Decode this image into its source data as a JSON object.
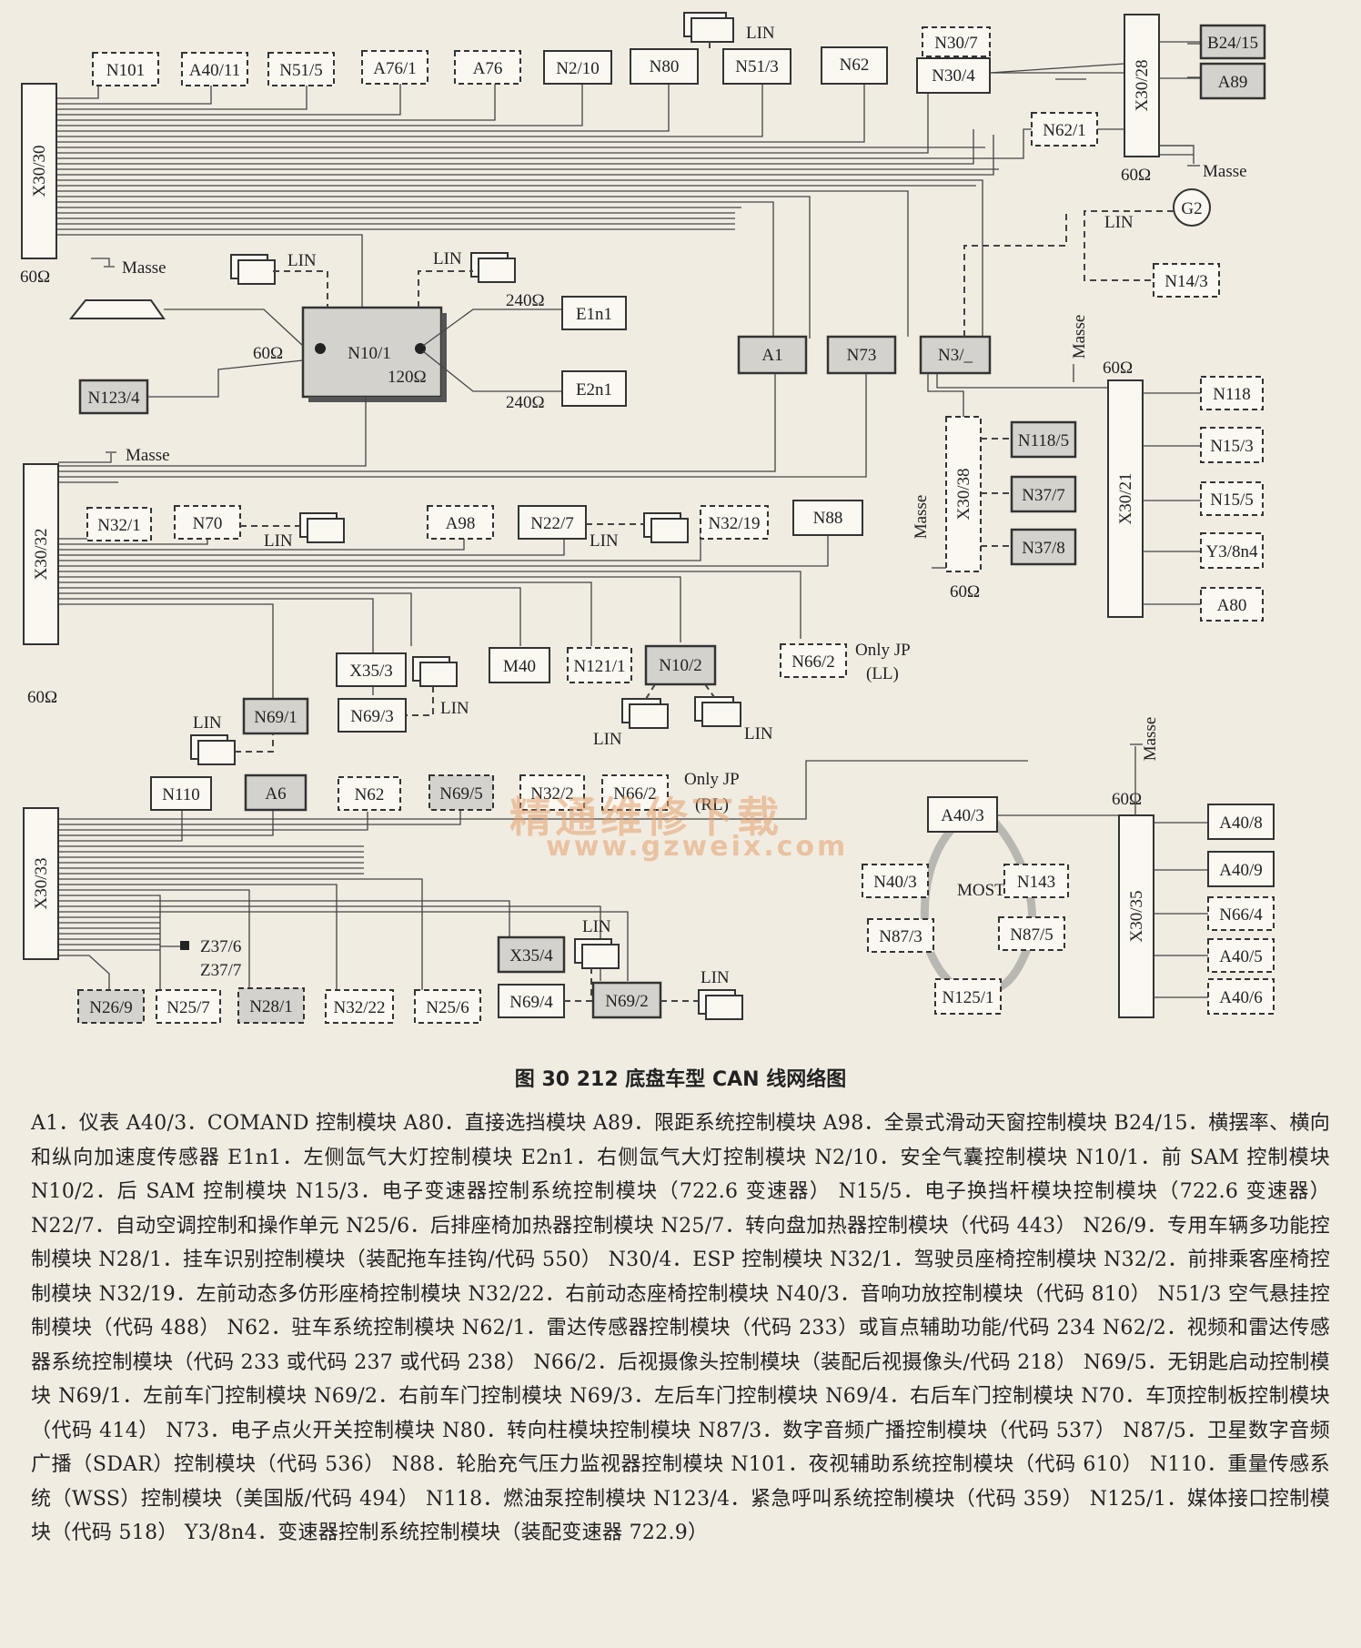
{
  "figure": {
    "caption": "图 30   212 底盘车型 CAN 线网络图",
    "watermark": "精通维修下载",
    "watermark_url": "www.gzweix.com"
  },
  "labels": {
    "lin": "LIN",
    "masse": "Masse",
    "ohm60": "60Ω",
    "ohm120": "120Ω",
    "ohm240": "240Ω",
    "most": "MOST",
    "only_jp": "Only JP",
    "ll": "(LL)",
    "rl": "(RL)"
  },
  "modules": {
    "N101": "N101",
    "A40_11": "A40/11",
    "N51_5": "N51/5",
    "A76_1": "A76/1",
    "A76": "A76",
    "N2_10": "N2/10",
    "N80": "N80",
    "N51_3": "N51/3",
    "N62a": "N62",
    "N30_7": "N30/7",
    "N30_4": "N30/4",
    "X30_28": "X30/28",
    "B24_15": "B24/15",
    "A89": "A89",
    "N62_1": "N62/1",
    "G2": "G2",
    "N14_3": "N14/3",
    "X30_30": "X30/30",
    "E1n1": "E1n1",
    "E2n1": "E2n1",
    "N10_1": "N10/1",
    "N123_4": "N123/4",
    "A1": "A1",
    "N73": "N73",
    "N3": "N3/_",
    "X30_21": "X30/21",
    "N118": "N118",
    "N15_3": "N15/3",
    "N15_5": "N15/5",
    "Y3_8n4": "Y3/8n4",
    "A80": "A80",
    "X30_38": "X30/38",
    "N118_5": "N118/5",
    "N37_7": "N37/7",
    "N37_8": "N37/8",
    "X30_32": "X30/32",
    "N32_1": "N32/1",
    "N70": "N70",
    "A98": "A98",
    "N22_7": "N22/7",
    "N32_19": "N32/19",
    "N88": "N88",
    "X35_3": "X35/3",
    "M40": "M40",
    "N121_1": "N121/1",
    "N10_2": "N10/2",
    "N66_2a": "N66/2",
    "N69_1": "N69/1",
    "N69_3": "N69/3",
    "N110": "N110",
    "A6": "A6",
    "N62b": "N62",
    "N69_5": "N69/5",
    "N32_2": "N32/2",
    "N66_2b": "N66/2",
    "A40_3": "A40/3",
    "N40_3": "N40/3",
    "N143": "N143",
    "N87_3": "N87/3",
    "N87_5": "N87/5",
    "N125_1": "N125/1",
    "X30_35": "X30/35",
    "A40_8": "A40/8",
    "A40_9": "A40/9",
    "N66_4": "N66/4",
    "A40_5": "A40/5",
    "A40_6": "A40/6",
    "X30_33": "X30/33",
    "Z37_6": "Z37/6",
    "Z37_7": "Z37/7",
    "X35_4": "X35/4",
    "N69_4": "N69/4",
    "N69_2": "N69/2",
    "N26_9": "N26/9",
    "N25_7": "N25/7",
    "N28_1": "N28/1",
    "N32_22": "N32/22",
    "N25_6": "N25/6"
  },
  "legend_text": "A1．仪表  A40/3．COMAND 控制模块  A80．直接选挡模块  A89．限距系统控制模块  A98．全景式滑动天窗控制模块  B24/15．横摆率、横向和纵向加速度传感器  E1n1．左侧氙气大灯控制模块  E2n1．右侧氙气大灯控制模块  N2/10．安全气囊控制模块  N10/1．前 SAM 控制模块  N10/2．后 SAM 控制模块  N15/3．电子变速器控制系统控制模块（722.6 变速器）  N15/5．电子换挡杆模块控制模块（722.6 变速器）  N22/7．自动空调控制和操作单元  N25/6．后排座椅加热器控制模块  N25/7．转向盘加热器控制模块（代码 443）  N26/9．专用车辆多功能控制模块  N28/1．挂车识别控制模块（装配拖车挂钩/代码 550）  N30/4．ESP 控制模块  N32/1．驾驶员座椅控制模块  N32/2．前排乘客座椅控制模块  N32/19．左前动态多仿形座椅控制模块  N32/22．右前动态座椅控制模块  N40/3．音响功放控制模块（代码 810）  N51/3 空气悬挂控制模块（代码 488）  N62．驻车系统控制模块  N62/1．雷达传感器控制模块（代码 233）或盲点辅助功能/代码 234  N62/2．视频和雷达传感器系统控制模块（代码 233 或代码 237 或代码 238）  N66/2．后视摄像头控制模块（装配后视摄像头/代码 218）  N69/5．无钥匙启动控制模块  N69/1．左前车门控制模块  N69/2．右前车门控制模块  N69/3．左后车门控制模块  N69/4．右后车门控制模块  N70．车顶控制板控制模块（代码 414）  N73．电子点火开关控制模块  N80．转向柱模块控制模块  N87/3．数字音频广播控制模块（代码 537）  N87/5．卫星数字音频广播（SDAR）控制模块（代码 536）  N88．轮胎充气压力监视器控制模块  N101．夜视辅助系统控制模块（代码 610）  N110．重量传感系统（WSS）控制模块（美国版/代码 494）  N118．燃油泵控制模块  N123/4．紧急呼叫系统控制模块（代码 359）  N125/1．媒体接口控制模块（代码 518）  Y3/8n4．变速器控制系统控制模块（装配变速器 722.9）"
}
